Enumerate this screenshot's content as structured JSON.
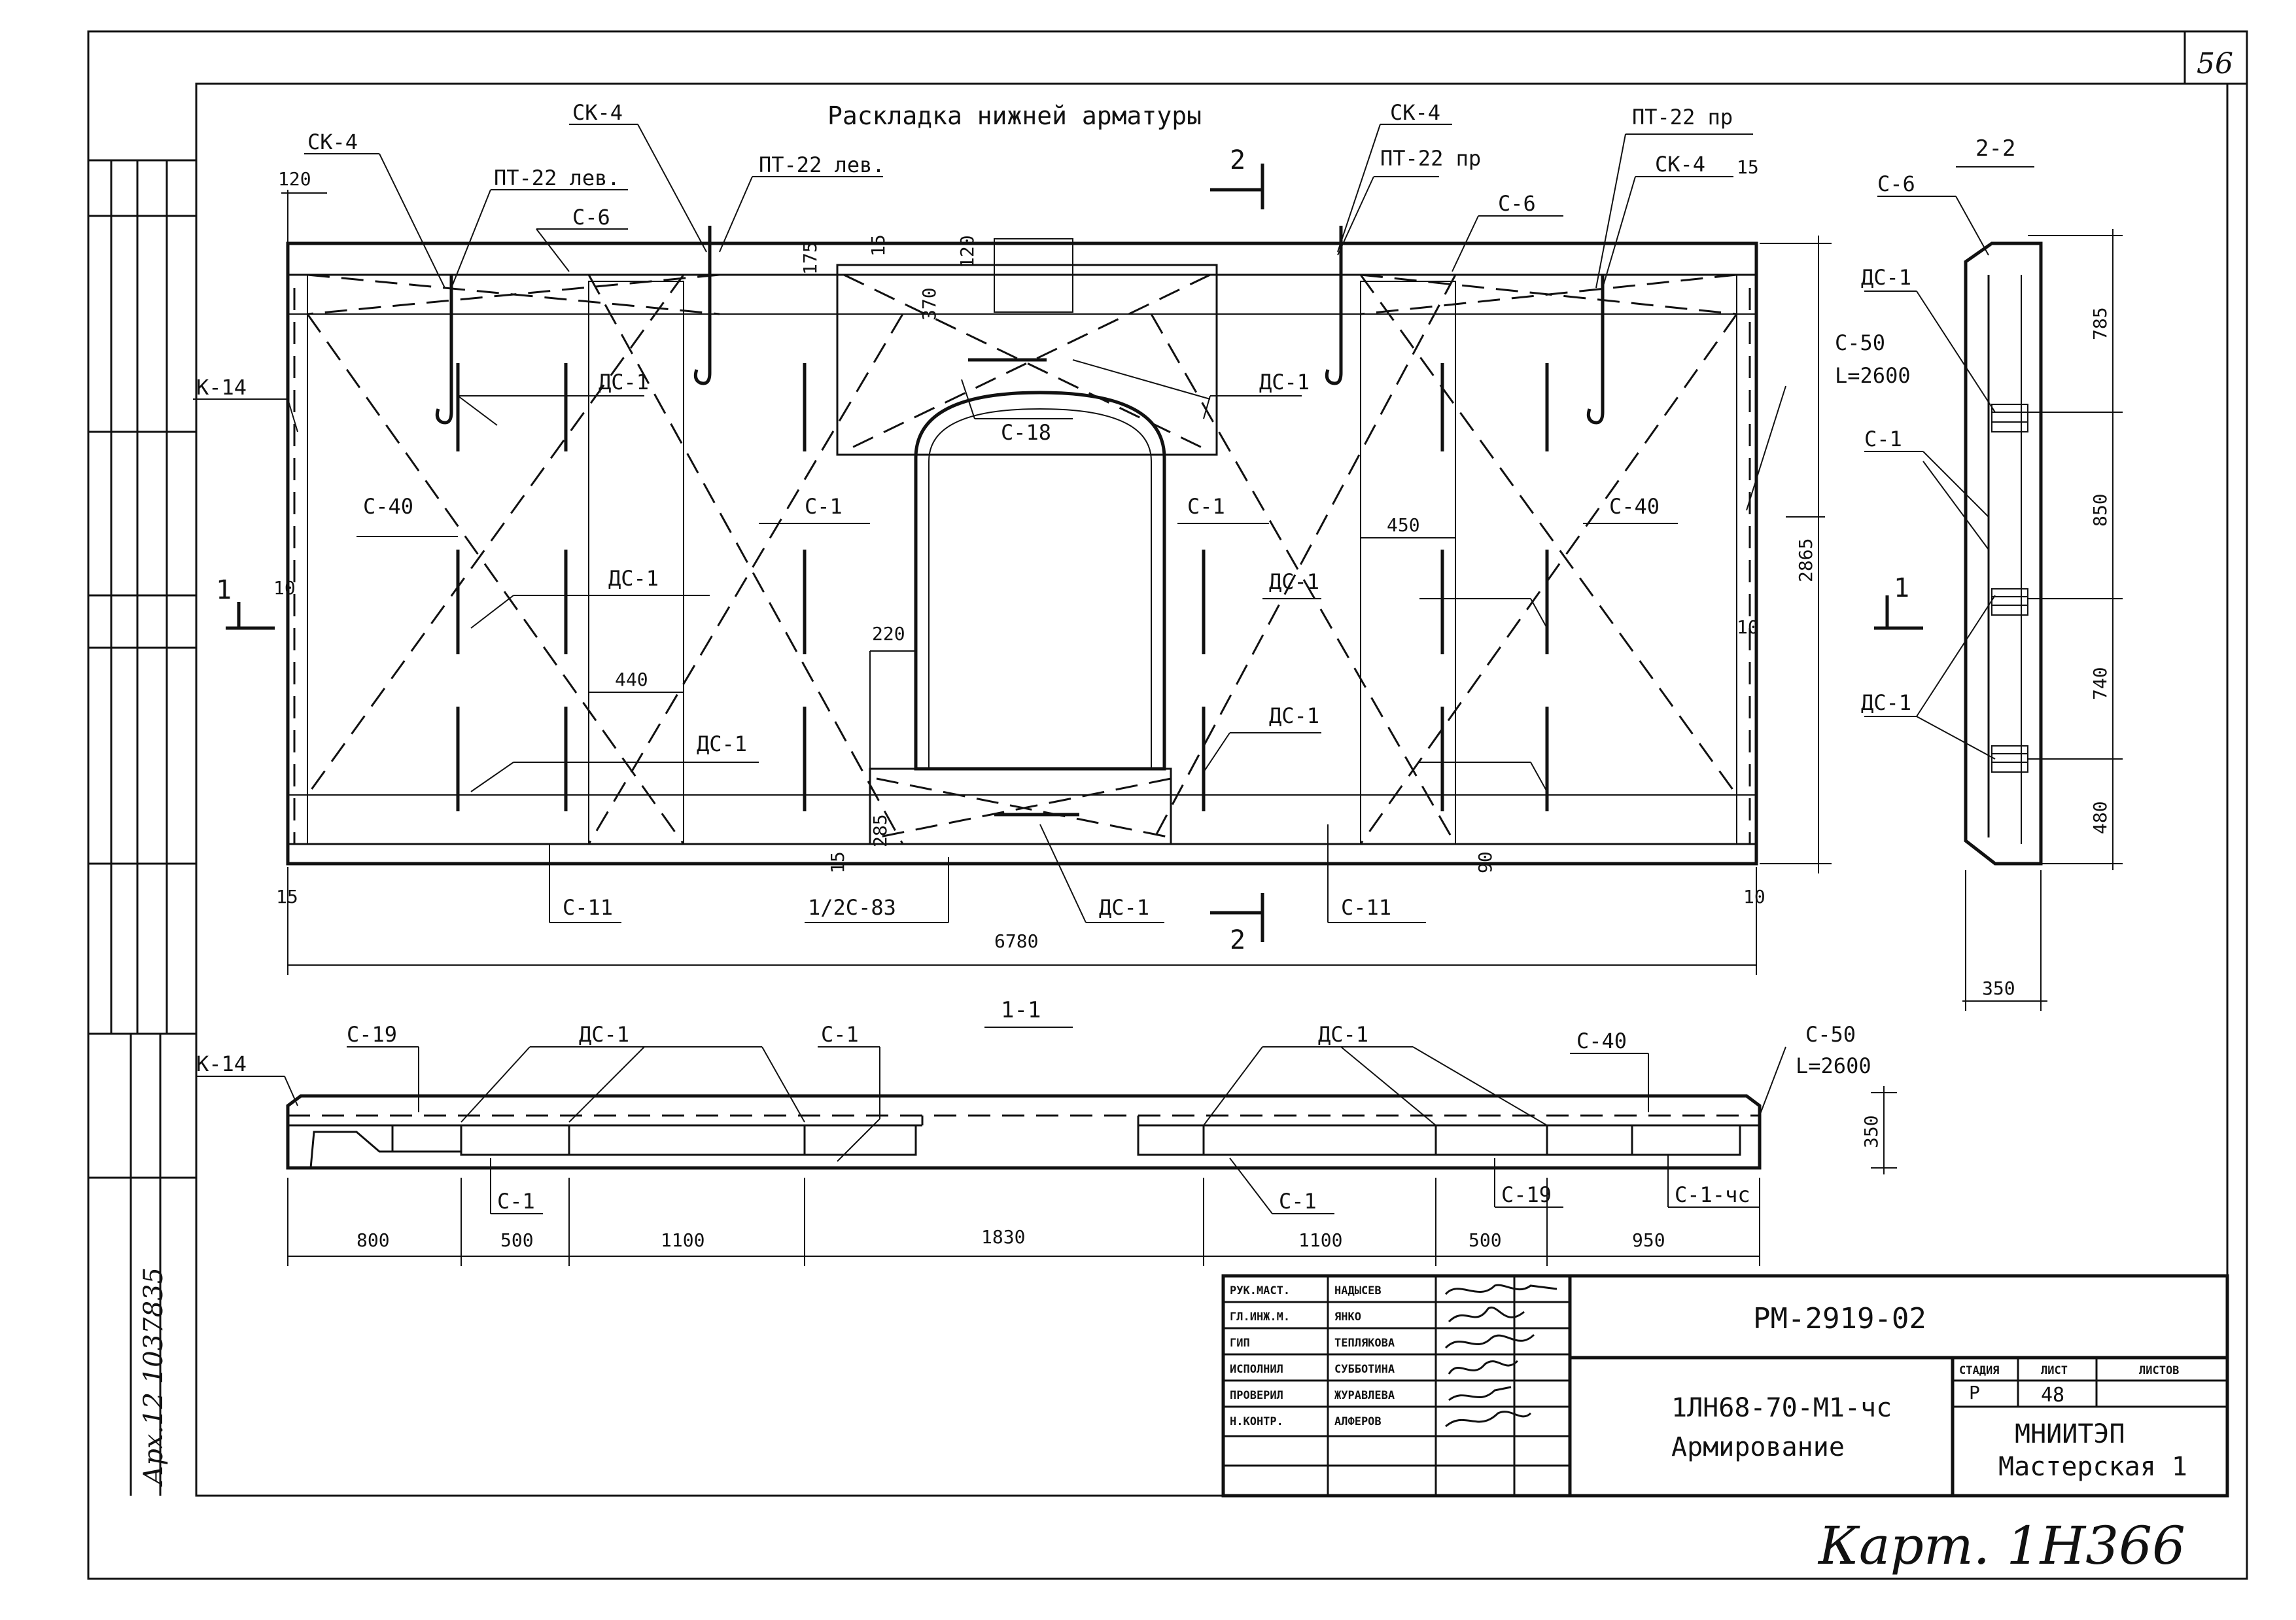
{
  "sheet": {
    "sheet_number": "56",
    "title": "Раскладка нижней арматуры"
  },
  "plan": {
    "labels": {
      "sk4_left_outer": "СК-4",
      "sk4_left_inner": "СК-4",
      "sk4_right_inner": "СК-4",
      "sk4_right_outer": "СК-4",
      "pt22_lev_a": "ПТ-22 лев.",
      "pt22_lev_b": "ПТ-22 лев.",
      "pt22_pr_a": "ПТ-22 пр",
      "pt22_pr_b": "ПТ-22 пр",
      "c6_left": "С-6",
      "c6_right": "С-6",
      "k14": "К-14",
      "c40_left": "С-40",
      "c40_right": "С-40",
      "c1_left": "С-1",
      "c1_right": "С-1",
      "c18": "С-18",
      "ds1_a": "ДС-1",
      "ds1_b": "ДС-1",
      "ds1_c": "ДС-1",
      "ds1_d": "ДС-1",
      "ds1_e": "ДС-1",
      "ds1_f": "ДС-1",
      "ds1_bottom": "ДС-1",
      "c50": "С-50",
      "c50_len": "L=2600",
      "c11_left": "С-11",
      "c11_right": "С-11",
      "c83": "1/2С-83",
      "section_1_left": "1",
      "section_1_right": "1",
      "section_2_top": "2",
      "section_2_bottom": "2"
    },
    "dims": {
      "d120_left": "120",
      "d15_top_right": "15",
      "d175": "175",
      "d15_top_mid": "15",
      "d120_mid": "120",
      "d370": "370",
      "d10_left": "10",
      "d10_right": "10",
      "d220": "220",
      "d440": "440",
      "d450": "450",
      "d15_bottom_mid": "15",
      "d285": "285",
      "d90": "90",
      "d15_bottom_left": "15",
      "d10_bottom_right": "10",
      "d2865": "2865",
      "d6780": "6780"
    }
  },
  "section_2_2": {
    "title": "2-2",
    "labels": {
      "c6": "С-6",
      "ds1_top": "ДС-1",
      "c1": "С-1",
      "ds1_bottom": "ДС-1",
      "cut_1": "1"
    },
    "dims": [
      "785",
      "850",
      "740",
      "480"
    ],
    "width": "350"
  },
  "section_1_1": {
    "title": "1-1",
    "labels": {
      "k14": "К-14",
      "c19_left": "С-19",
      "ds1_left": "ДС-1",
      "c1_top": "С-1",
      "ds1_right": "ДС-1",
      "c40": "С-40",
      "c50": "С-50",
      "c50_len": "L=2600",
      "c1_bottom_left": "С-1",
      "c1_bottom_mid": "С-1",
      "c19_right": "С-19",
      "c1_chs": "С-1-чс"
    },
    "height": "350",
    "dims": [
      "800",
      "500",
      "1100",
      "1830",
      "1100",
      "500",
      "950"
    ]
  },
  "title_block": {
    "roles": [
      {
        "role": "РУК.МАСТ.",
        "name": "НАДЫСЕВ"
      },
      {
        "role": "ГЛ.ИНЖ.М.",
        "name": "ЯНКО"
      },
      {
        "role": "ГИП",
        "name": "ТЕПЛЯКОВА"
      },
      {
        "role": "ИСПОЛНИЛ",
        "name": "СУББОТИНА"
      },
      {
        "role": "ПРОВЕРИЛ",
        "name": "ЖУРАВЛЕВА"
      },
      {
        "role": "Н.КОНТР.",
        "name": "АЛФЕРОВ"
      }
    ],
    "doc_code": "РМ-2919-02",
    "product_code": "1ЛН68-70-М1-чс",
    "product_title": "Армирование",
    "stage_header": "СТАДИЯ",
    "sheet_header": "ЛИСТ",
    "sheets_header": "ЛИСТОВ",
    "stage": "Р",
    "sheet": "48",
    "sheets": "",
    "org_line1": "МНИИТЭП",
    "org_line2": "Мастерская 1"
  },
  "margin_notes": {
    "stamp_vertical": "Арх.12 1037835",
    "handwritten_bottom": "Карт. 1Н366"
  }
}
